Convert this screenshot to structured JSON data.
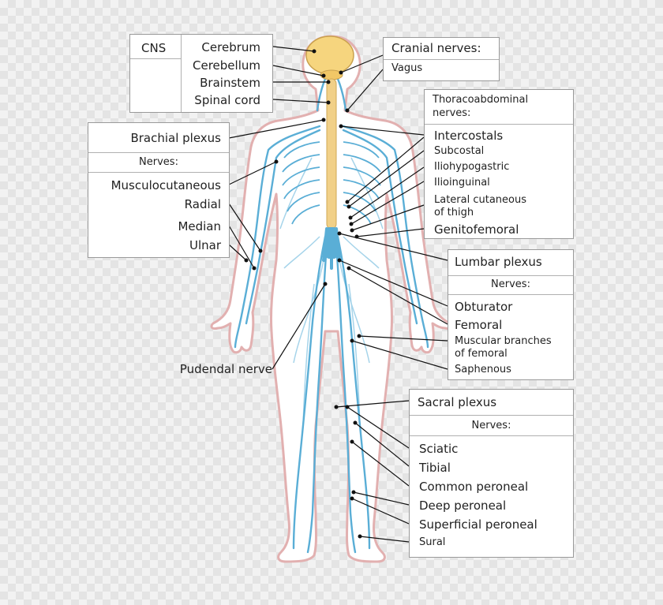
{
  "cns_box": {
    "header": "CNS",
    "items": [
      "Cerebrum",
      "Cerebellum",
      "Brainstem",
      "Spinal cord"
    ]
  },
  "cranial_box": {
    "header": "Cranial nerves:",
    "items": [
      "Vagus"
    ]
  },
  "thoraco_box": {
    "header_line1": "Thoracoabdominal",
    "header_line2": "nerves:",
    "items": [
      "Intercostals",
      "Subcostal",
      "Iliohypogastric",
      "Ilioinguinal",
      "Lateral cutaneous",
      "of thigh",
      "Genitofemoral"
    ]
  },
  "brachial_box": {
    "title": "Brachial plexus",
    "nerves_header": "Nerves:",
    "items": [
      "Musculocutaneous",
      "Radial",
      "Median",
      "Ulnar"
    ]
  },
  "lumbar_box": {
    "title": "Lumbar plexus",
    "nerves_header": "Nerves:",
    "items": [
      "Obturator",
      "Femoral",
      "Muscular branches",
      "of femoral",
      "Saphenous"
    ]
  },
  "sacral_box": {
    "title": "Sacral plexus",
    "nerves_header": "Nerves:",
    "items": [
      "Sciatic",
      "Tibial",
      "Common peroneal",
      "Deep peroneal",
      "Superficial peroneal",
      "Sural"
    ]
  },
  "standalone": {
    "pudendal": "Pudendal nerve"
  },
  "colors": {
    "nerve": "#5aaed6",
    "nerve_light": "#a6d4ea",
    "body_outline": "#e2b0b0",
    "brain": "#f6d57e",
    "spinal_cord": "#f1d088",
    "leader": "#111111"
  }
}
